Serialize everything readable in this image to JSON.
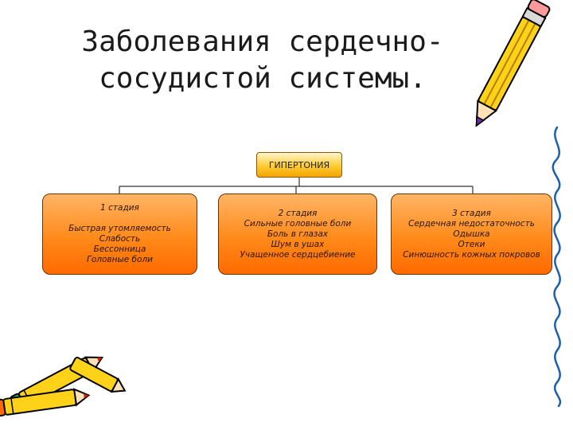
{
  "title_lines": [
    "Заболевания сердечно-",
    "сосудистой системы."
  ],
  "root": "ГИПЕРТОНИЯ",
  "stage1": {
    "heading": "1 стадия",
    "lines": [
      "Быстрая утомляемость",
      "Слабость",
      "Бессонница",
      "Головные боли"
    ]
  },
  "stage2": {
    "heading": "2 стадия",
    "lines": [
      "Сильные головные боли",
      "Боль в глазах",
      "Шум в ушах",
      "Учащенное сердцебиение"
    ]
  },
  "stage3": {
    "heading": "3 стадия",
    "lines": [
      "Сердечная недостаточность",
      "Одышка",
      "Отеки",
      "Синюшность кожных покровов"
    ]
  },
  "colors": {
    "box_fill": "#ff8a1a",
    "root_fill": "#ffcc33",
    "pencil_body": "#ffd21a",
    "wave_line": "#1f5fa8"
  },
  "icons": [
    "pencil-icon",
    "crayon-pencils-icon",
    "squiggle-line-icon"
  ]
}
